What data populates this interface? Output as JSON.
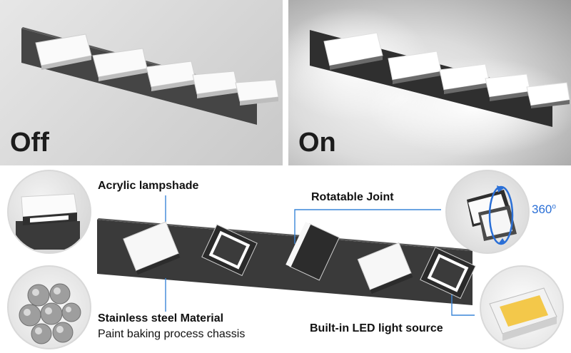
{
  "panels": {
    "off": {
      "label": "Off"
    },
    "on": {
      "label": "On"
    }
  },
  "callouts": {
    "acrylic": {
      "label": "Acrylic lampshade"
    },
    "joint": {
      "label": "Rotatable Joint",
      "rotation": "360",
      "rotation_unit": "o"
    },
    "steel": {
      "label": "Stainless steel Material",
      "sublabel": "Paint baking process chassis"
    },
    "led": {
      "label": "Built-in LED light source"
    }
  },
  "colors": {
    "fixture_base": "#3d3d3d",
    "shade": "#f5f5f5",
    "callout_line": "#3a86d8",
    "led_chip": "#f3c84a"
  }
}
